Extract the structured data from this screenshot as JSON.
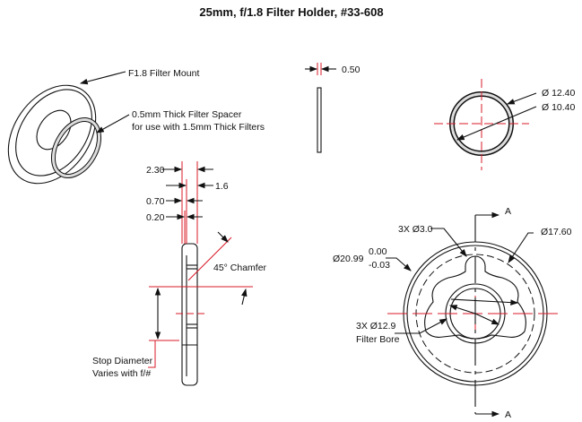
{
  "title": "25mm, f/1.8 Filter Holder, #33-608",
  "iso_view": {
    "mount_label": "F1.8 Filter Mount",
    "spacer_label_1": "0.5mm Thick Filter Spacer",
    "spacer_label_2": "for use with 1.5mm Thick Filters"
  },
  "spacer_side": {
    "thickness": "0.50"
  },
  "spacer_front": {
    "outer_diameter": "Ø 12.40",
    "inner_diameter": "Ø 10.40"
  },
  "section_view": {
    "dim_total": "2.30",
    "dim_16": "1.6",
    "dim_070": "0.70",
    "dim_020": "0.20",
    "chamfer": "45° Chamfer",
    "stop_1": "Stop Diameter",
    "stop_2": "Varies with f/#"
  },
  "front_view": {
    "slots": "3X Ø3.0",
    "bolt_circle": "Ø17.60",
    "outer_diameter": "Ø20.99",
    "tol_upper": "0.00",
    "tol_lower": "-0.03",
    "bore_1": "3X Ø12.9",
    "bore_2": "Filter Bore",
    "section_marker_top": "A",
    "section_marker_bottom": "A"
  }
}
